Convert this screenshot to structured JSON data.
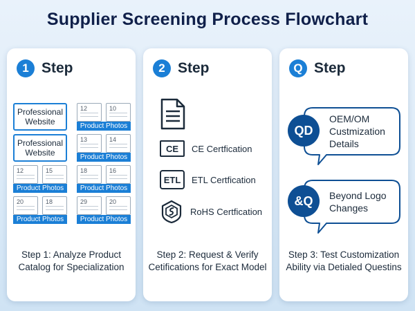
{
  "title": "Supplier Screening Process Flowchart",
  "colors": {
    "accent": "#1b7fd6",
    "dark_blue": "#0e4f94",
    "heading": "#10204a"
  },
  "steps": [
    {
      "badge": "1",
      "word": "Step",
      "caption": [
        "Step 1: Analyze Product",
        "Catalog for Specialization"
      ],
      "rows": [
        {
          "left": {
            "type": "site",
            "label": [
              "Professional",
              "Website"
            ]
          },
          "right": {
            "type": "photos",
            "nums": [
              "12",
              "10"
            ],
            "label": "Product Photos"
          }
        },
        {
          "left": {
            "type": "site",
            "label": [
              "Professional",
              "Website"
            ]
          },
          "right": {
            "type": "photos",
            "nums": [
              "13",
              "14"
            ],
            "label": "Product Photos"
          }
        },
        {
          "left": {
            "type": "photos",
            "nums": [
              "12",
              "15"
            ],
            "label": "Product Photos"
          },
          "right": {
            "type": "photos",
            "nums": [
              "18",
              "16"
            ],
            "label": "Product Photos"
          }
        },
        {
          "left": {
            "type": "photos",
            "nums": [
              "20",
              "18"
            ],
            "label": "Product Photos"
          },
          "right": {
            "type": "photos",
            "nums": [
              "29",
              "20"
            ],
            "label": "Product Photos"
          }
        }
      ]
    },
    {
      "badge": "2",
      "word": "Step",
      "caption": [
        "Step 2: Request & Verify",
        "Cetifications for Exact Model"
      ],
      "document_icon": "document-icon",
      "certs": [
        {
          "icon": "ce-mark-icon",
          "mark": "CE",
          "label": "CE Certfication"
        },
        {
          "icon": "etl-mark-icon",
          "mark": "ETL",
          "label": "ETL Certfication"
        },
        {
          "icon": "rohs-shield-icon",
          "mark": "",
          "label": "RoHS Certfication"
        }
      ]
    },
    {
      "badge": "Q",
      "word": "Step",
      "caption": [
        "Step 3: Test Customization",
        "Ability via Detialed Questins"
      ],
      "bubbles": [
        {
          "circle": "QD",
          "text": [
            "OEM/OM",
            "Custmization",
            "Details"
          ]
        },
        {
          "circle": "&Q",
          "text": [
            "Beyond Logo",
            "Changes"
          ]
        }
      ]
    }
  ]
}
